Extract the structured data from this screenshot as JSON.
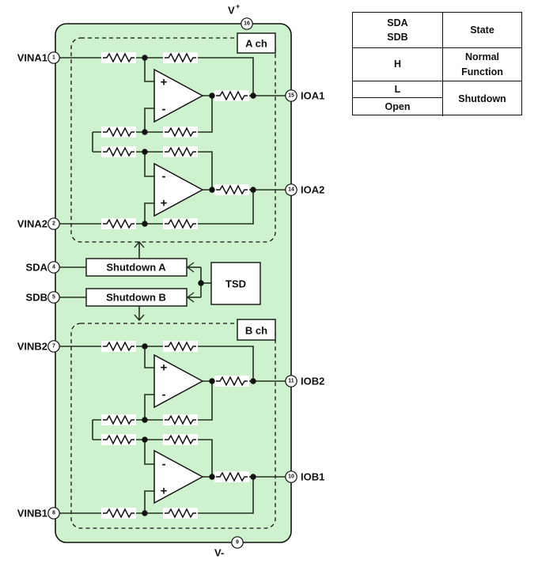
{
  "diagram": {
    "colors": {
      "fill": "#cdf2cd",
      "line": "#23301f",
      "ink": "#111111"
    },
    "top_pin": {
      "label": "V",
      "sup": "+",
      "number": "16"
    },
    "bottom_pin": {
      "label": "V-",
      "number": "9"
    },
    "channel_a": {
      "label": "A ch"
    },
    "channel_b": {
      "label": "B ch"
    },
    "pins": {
      "vina1": {
        "label": "VINA1",
        "number": "1"
      },
      "vina2": {
        "label": "VINA2",
        "number": "2"
      },
      "sda": {
        "label": "SDA",
        "number": "4"
      },
      "sdb": {
        "label": "SDB",
        "number": "5"
      },
      "vinb2": {
        "label": "VINB2",
        "number": "7"
      },
      "vinb1": {
        "label": "VINB1",
        "number": "8"
      },
      "ioa1": {
        "label": "IOA1",
        "number": "15"
      },
      "ioa2": {
        "label": "IOA2",
        "number": "14"
      },
      "iob2": {
        "label": "IOB2",
        "number": "11"
      },
      "iob1": {
        "label": "IOB1",
        "number": "10"
      }
    },
    "blocks": {
      "shutdown_a": "Shutdown A",
      "shutdown_b": "Shutdown B",
      "tsd": "TSD"
    },
    "opamps": {
      "plus": "+",
      "minus": "-"
    }
  },
  "truth_table": {
    "header": {
      "signal_lines": [
        "SDA",
        "SDB"
      ],
      "state": "State"
    },
    "rows": [
      {
        "input": "H",
        "state_lines": [
          "Normal",
          "Function"
        ]
      },
      {
        "inputs": [
          "L",
          "Open"
        ],
        "state": "Shutdown"
      }
    ]
  }
}
